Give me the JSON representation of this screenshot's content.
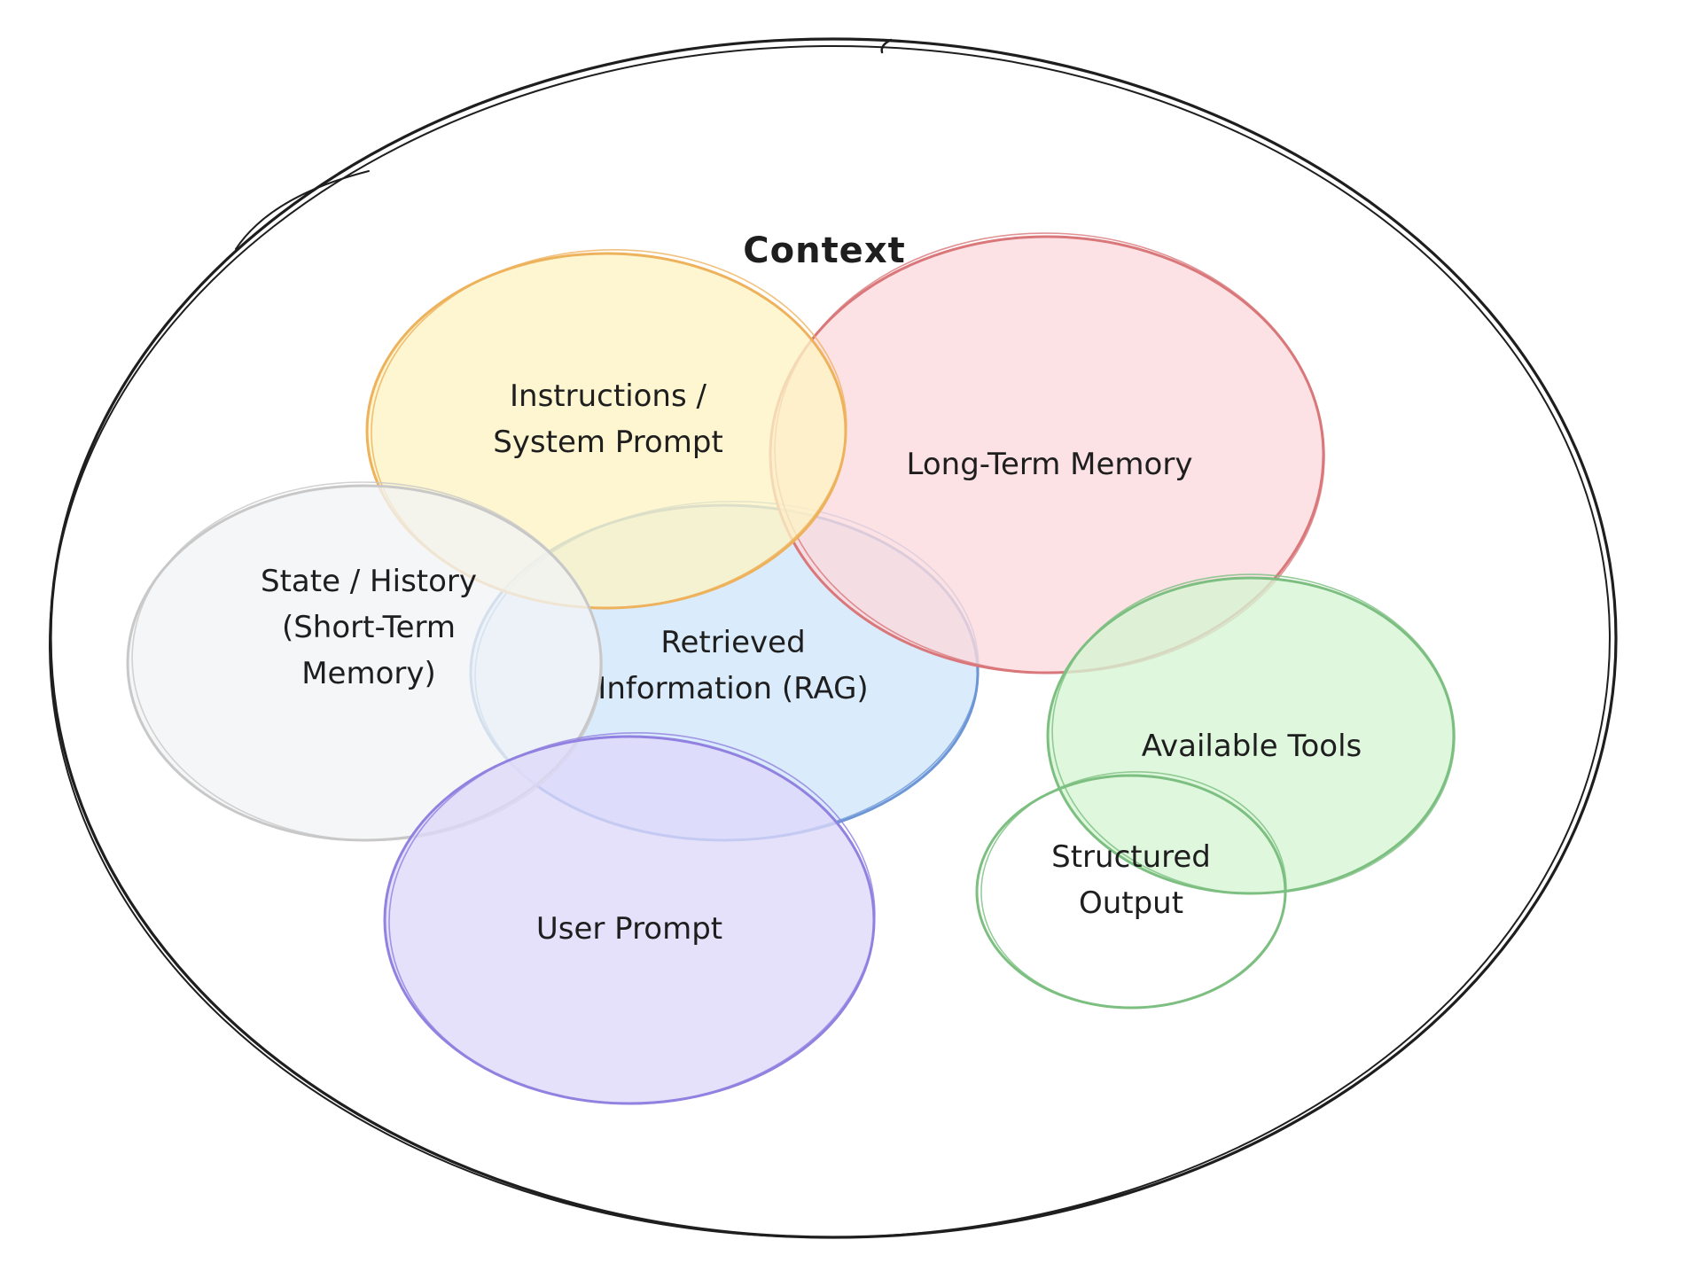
{
  "diagram": {
    "type": "venn-sketch",
    "title": "Context",
    "container": {
      "label": "Context",
      "stroke": "#1e1e1e"
    },
    "sets": [
      {
        "id": "retrieved",
        "lines": [
          "Retrieved",
          "Information (RAG)"
        ],
        "fill": "#cfe5fb",
        "stroke": "#6c96d6"
      },
      {
        "id": "long-term-memory",
        "lines": [
          "Long-Term Memory"
        ],
        "fill": "#fbdadc",
        "stroke": "#d9777a"
      },
      {
        "id": "instructions",
        "lines": [
          "Instructions /",
          "System Prompt"
        ],
        "fill": "#fdf3c4",
        "stroke": "#eeb25c"
      },
      {
        "id": "state-history",
        "lines": [
          "State / History",
          "(Short-Term",
          "Memory)"
        ],
        "fill": "#f1f3f5",
        "stroke": "#c8c8c8"
      },
      {
        "id": "user-prompt",
        "lines": [
          "User Prompt"
        ],
        "fill": "#ded8fa",
        "stroke": "#9181e0"
      },
      {
        "id": "available-tools",
        "lines": [
          "Available Tools"
        ],
        "fill": "#d5f5d4",
        "stroke": "#7cbf81"
      },
      {
        "id": "structured-output",
        "lines": [
          "Structured",
          "Output"
        ],
        "fill": "none",
        "stroke": "#7cbf81"
      }
    ]
  }
}
